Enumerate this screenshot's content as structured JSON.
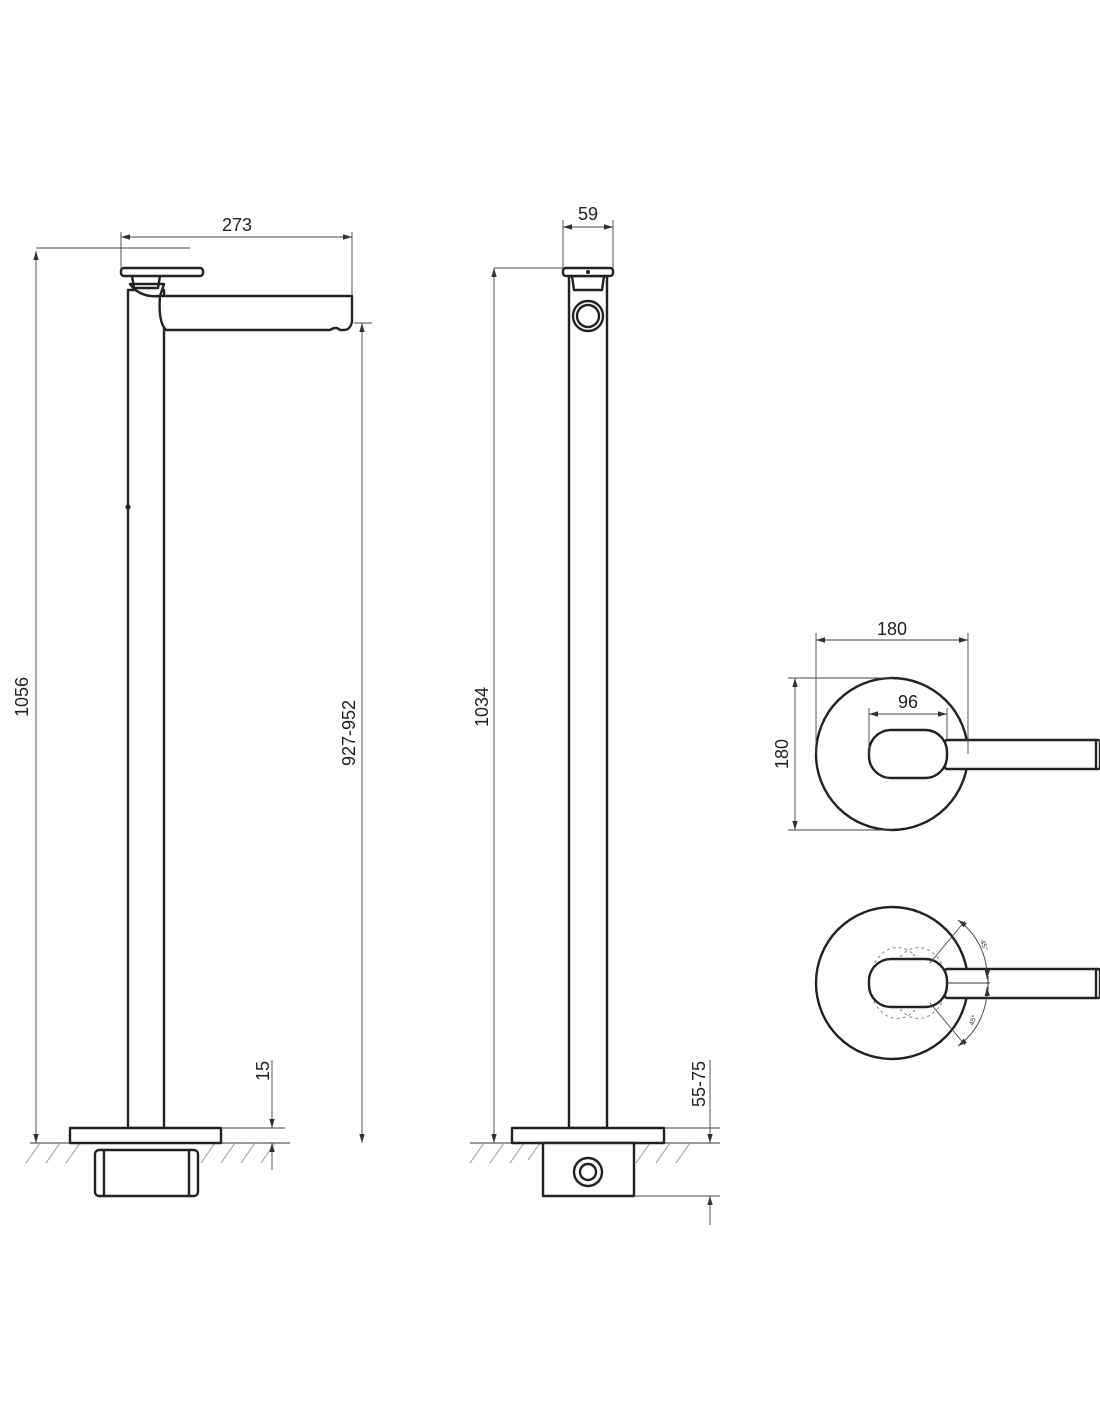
{
  "dimensions": {
    "side_view": {
      "total_height": "1056",
      "spout_reach": "273",
      "spout_height": "927-952",
      "base_thickness": "15"
    },
    "front_view": {
      "total_height": "1034",
      "top_width": "59",
      "mount_depth": "55-75"
    },
    "top_view": {
      "width": "180",
      "depth": "180",
      "handle_offset": "96"
    },
    "rotation_view": {
      "angle_up": "45°",
      "angle_down": "45°"
    }
  }
}
